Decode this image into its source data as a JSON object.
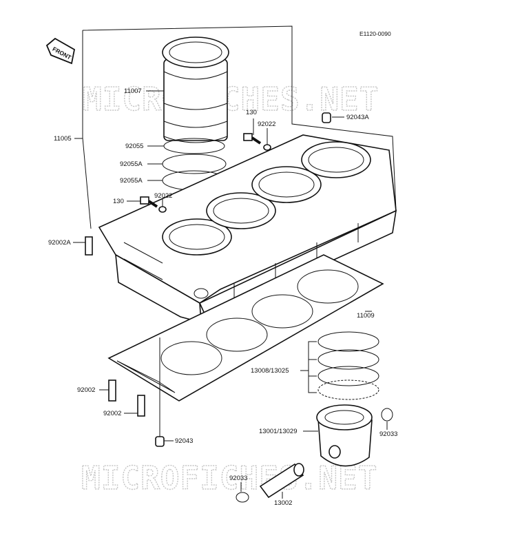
{
  "diagram": {
    "code": "E1120-0090",
    "front_label": "FRONT",
    "watermark_top": "MICROFICHES.NET",
    "watermark_bottom": "MICROFICHES.NET",
    "parts": {
      "p11007": "11007",
      "p11005": "11005",
      "p130a": "130",
      "p92022a": "92022",
      "p92043a": "92043A",
      "p92055": "92055",
      "p92055a1": "92055A",
      "p92055a2": "92055A",
      "p130b": "130",
      "p92022b": "92022",
      "p92002a": "92002A",
      "p11009": "11009",
      "p13008": "13008/13025",
      "p92002b": "92002",
      "p92002c": "92002",
      "p92043": "92043",
      "p13001": "13001/13029",
      "p92033a": "92033",
      "p92033b": "92033",
      "p13002": "13002"
    }
  }
}
